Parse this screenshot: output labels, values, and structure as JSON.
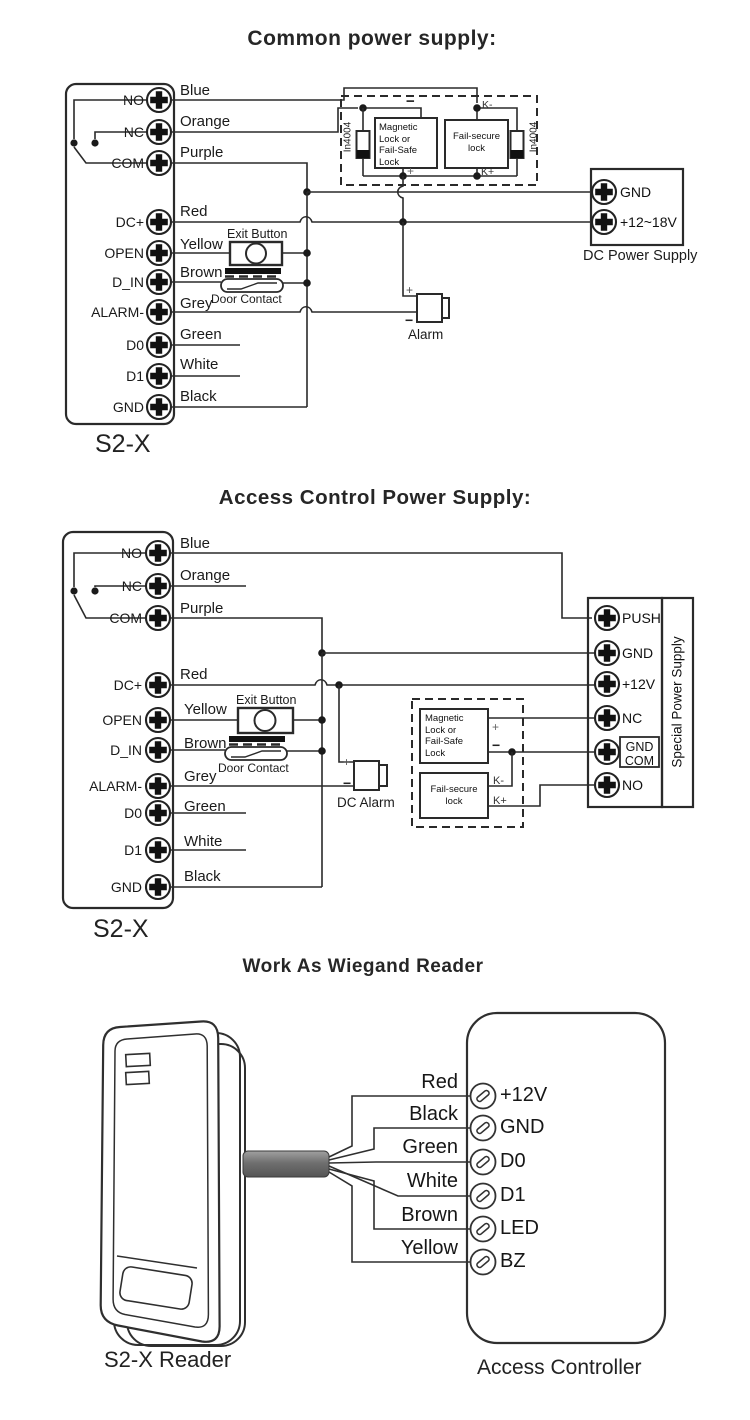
{
  "colors": {
    "line": "#2a2a2a",
    "cable_gray": "#7a7a7a",
    "background": "#ffffff"
  },
  "diagram1": {
    "title": "Common power supply:",
    "device_label": "S2-X",
    "terminals": [
      {
        "name": "NO",
        "wire": "Blue"
      },
      {
        "name": "NC",
        "wire": "Orange"
      },
      {
        "name": "COM",
        "wire": "Purple"
      },
      {
        "name": "DC+",
        "wire": "Red"
      },
      {
        "name": "OPEN",
        "wire": "Yellow"
      },
      {
        "name": "D_IN",
        "wire": "Brown"
      },
      {
        "name": "ALARM-",
        "wire": "Grey"
      },
      {
        "name": "D0",
        "wire": "Green"
      },
      {
        "name": "D1",
        "wire": "White"
      },
      {
        "name": "GND",
        "wire": "Black"
      }
    ],
    "exit_button_label": "Exit Button",
    "door_contact_label": "Door Contact",
    "lock_area": {
      "magnetic_lock": "Magnetic\nLock or\nFail-Safe\nLock",
      "fail_secure_lock": "Fail-secure\nlock",
      "diode_left": "In4004",
      "diode_right": "In4004",
      "minus": "−",
      "plus": "+",
      "k_minus": "K-",
      "k_plus": "K+"
    },
    "alarm": {
      "label": "Alarm",
      "plus": "+",
      "minus": "−"
    },
    "power_supply": {
      "caption": "DC Power Supply",
      "gnd": "GND",
      "v": "+12~18V"
    }
  },
  "diagram2": {
    "title": "Access Control Power Supply:",
    "device_label": "S2-X",
    "terminals": [
      {
        "name": "NO",
        "wire": "Blue"
      },
      {
        "name": "NC",
        "wire": "Orange"
      },
      {
        "name": "COM",
        "wire": "Purple"
      },
      {
        "name": "DC+",
        "wire": "Red"
      },
      {
        "name": "OPEN",
        "wire": "Yellow"
      },
      {
        "name": "D_IN",
        "wire": "Brown"
      },
      {
        "name": "ALARM-",
        "wire": "Grey"
      },
      {
        "name": "D0",
        "wire": "Green"
      },
      {
        "name": "D1",
        "wire": "White"
      },
      {
        "name": "GND",
        "wire": "Black"
      }
    ],
    "exit_button_label": "Exit Button",
    "door_contact_label": "Door Contact",
    "lock_area": {
      "magnetic_lock": "Magnetic\nLock or\nFail-Safe\nLock",
      "fail_secure_lock": "Fail-secure\nlock",
      "plus": "+",
      "minus": "−",
      "k_minus": "K-",
      "k_plus": "K+"
    },
    "alarm": {
      "label": "DC Alarm",
      "plus": "+",
      "minus": "−"
    },
    "power_supply": {
      "side_label": "Special Power Supply",
      "push": "PUSH",
      "gnd": "GND",
      "v12": "+12V",
      "nc": "NC",
      "gnd_com": "GND\nCOM",
      "no": "NO"
    }
  },
  "diagram3": {
    "title": "Work As Wiegand Reader",
    "reader_label": "S2-X Reader",
    "controller_label": "Access Controller",
    "wires": [
      {
        "color": "Red",
        "terminal": "+12V"
      },
      {
        "color": "Black",
        "terminal": "GND"
      },
      {
        "color": "Green",
        "terminal": "D0"
      },
      {
        "color": "White",
        "terminal": "D1"
      },
      {
        "color": "Brown",
        "terminal": "LED"
      },
      {
        "color": "Yellow",
        "terminal": "BZ"
      }
    ]
  }
}
